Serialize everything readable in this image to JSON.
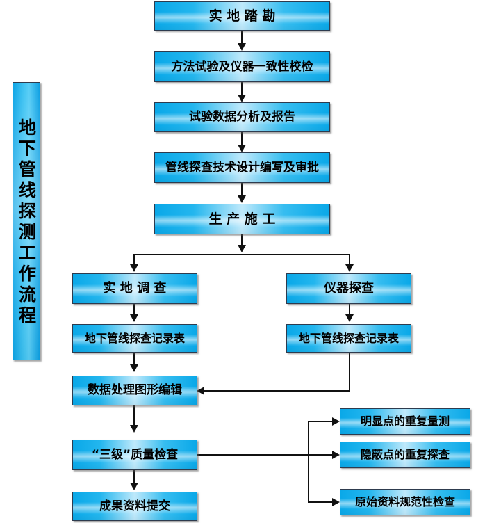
{
  "diagram": {
    "title_vertical": "地下管线探测工作流程",
    "nodes": [
      {
        "id": "n1",
        "label": "实 地 踏 勘"
      },
      {
        "id": "n2",
        "label": "方法试验及仪器一致性校检"
      },
      {
        "id": "n3",
        "label": "试验数据分析及报告"
      },
      {
        "id": "n4",
        "label": "管线探查技术设计编写及审批"
      },
      {
        "id": "n5",
        "label": "生 产 施 工"
      },
      {
        "id": "n6",
        "label": "实 地 调 查"
      },
      {
        "id": "n7",
        "label": "仪器探查"
      },
      {
        "id": "n8",
        "label": "地下管线探查记录表"
      },
      {
        "id": "n9",
        "label": "地下管线探查记录表"
      },
      {
        "id": "n10",
        "label": "数据处理图形编辑"
      },
      {
        "id": "n11",
        "label": "“三级”质量检查"
      },
      {
        "id": "n12",
        "label": "成果资料提交"
      },
      {
        "id": "n13",
        "label": "明显点的重复量测"
      },
      {
        "id": "n14",
        "label": "隐蔽点的重复探查"
      },
      {
        "id": "n15",
        "label": "原始资料规范性检查"
      }
    ],
    "colors": {
      "node_fill_edge": "#0aa8e8",
      "node_fill_center": "#bfe9fb",
      "node_border": "#2e3b4e",
      "connector": "#111111",
      "background": "#ffffff",
      "text": "#000000"
    }
  }
}
